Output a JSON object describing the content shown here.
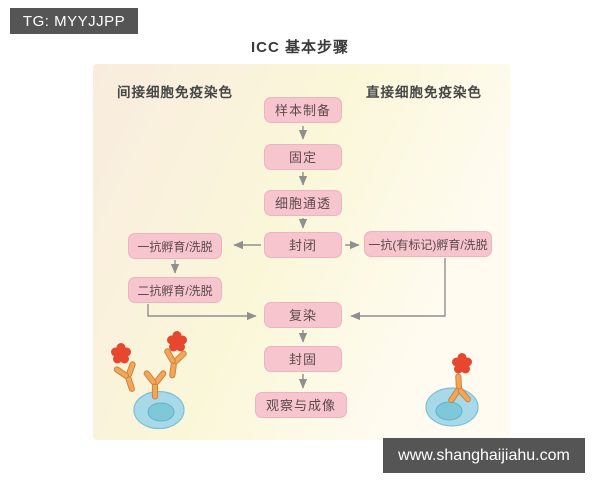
{
  "title": "ICC 基本步骤",
  "badges": {
    "top_left": "TG: MYYJJPP",
    "bottom_right": "www.shanghaijiahu.com"
  },
  "columns": {
    "left_header": "间接细胞免疫染色",
    "right_header": "直接细胞免疫染色"
  },
  "flow": {
    "main_steps": [
      "样本制备",
      "固定",
      "细胞通透",
      "封闭",
      "复染",
      "封固",
      "观察与成像"
    ],
    "indirect_steps": [
      "一抗孵育/洗脱",
      "二抗孵育/洗脱"
    ],
    "direct_steps": [
      "一抗(有标记)孵育/洗脱"
    ]
  },
  "icons": {
    "left_illustration": "labeled-antibodies-binding-cell",
    "right_illustration": "labeled-antibody-on-cell"
  },
  "colors": {
    "box_fill": "#f6c5ce",
    "box_text": "#5d4a4e",
    "badge_bg": "#555555",
    "badge_text": "#ffffff",
    "arrow": "#8f8f8f",
    "panel_gradient_left": "#f9ecdf",
    "panel_gradient_mid": "#faf7d9",
    "panel_gradient_right": "#fffbf0",
    "cell_body": "#a7d9e8",
    "cell_nucleus": "#7fc8da",
    "antibody_orange": "#f3a55a",
    "label_red": "#e7472f"
  }
}
